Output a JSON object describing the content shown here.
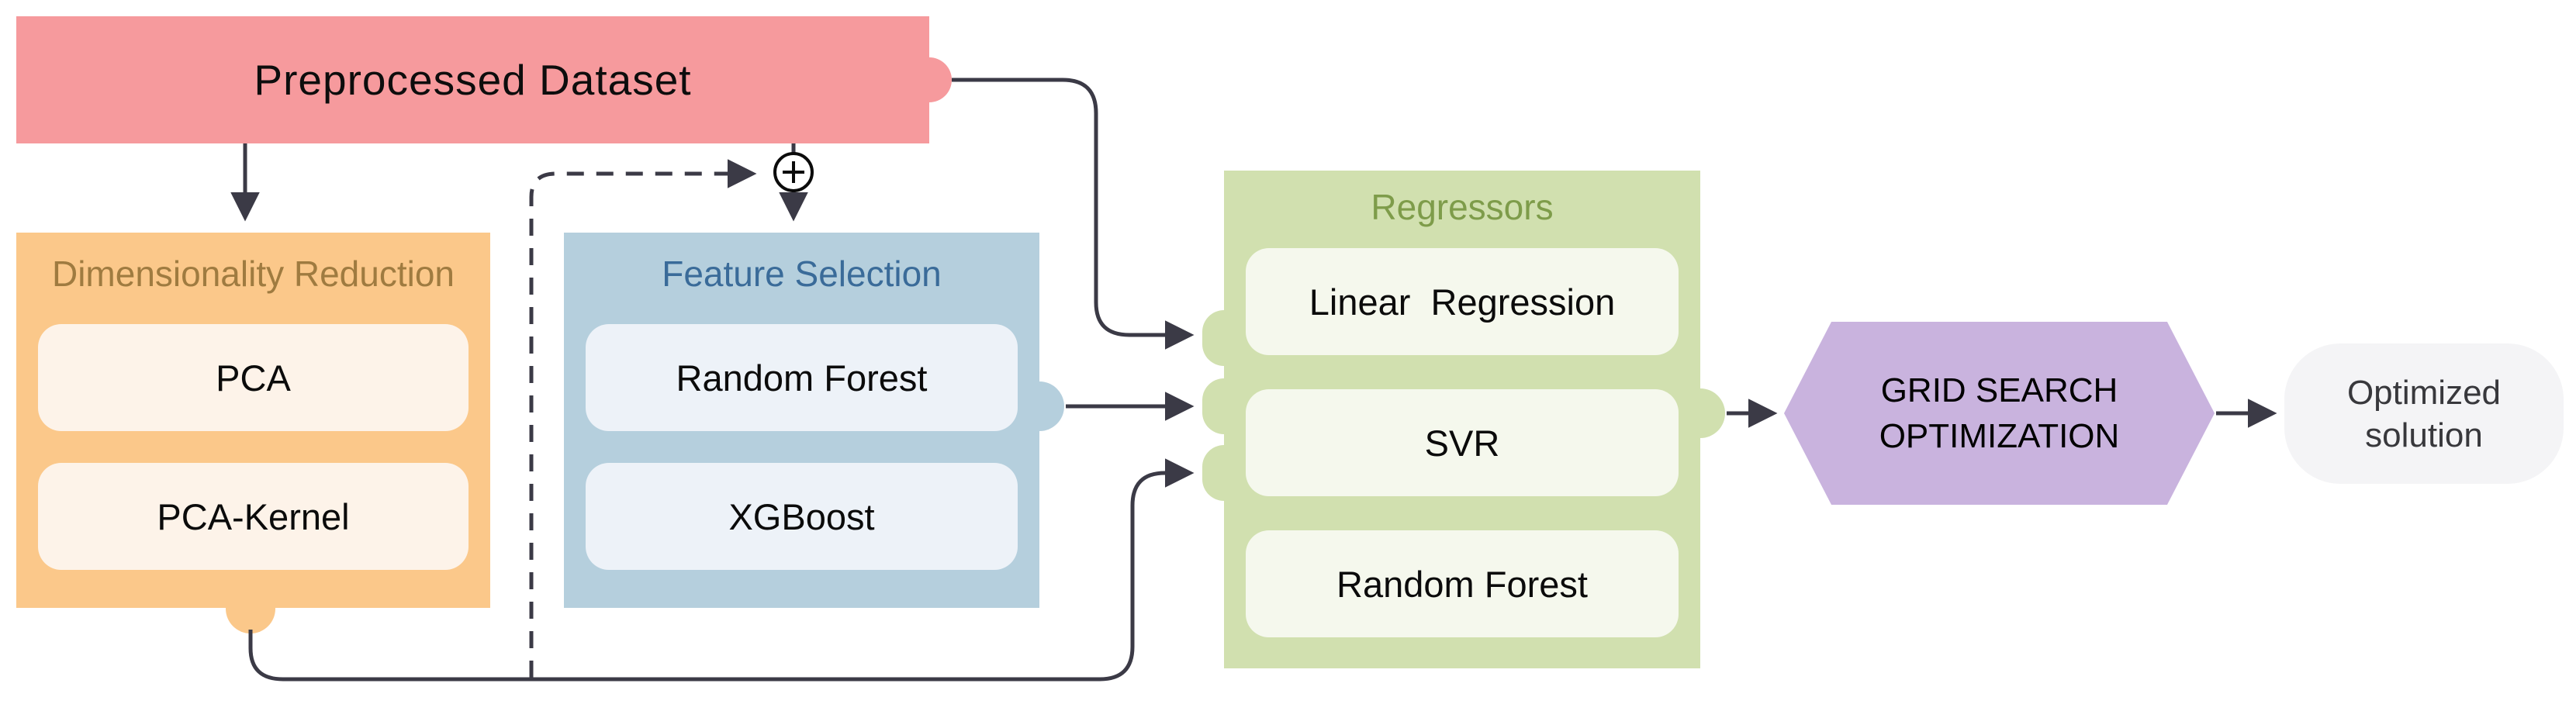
{
  "colors": {
    "pink": "#f69a9d",
    "orange": "#fbc88a",
    "orange_title": "#9f7b40",
    "orange_item_bg": "#fdf3e9",
    "blue": "#b5cfdd",
    "blue_title": "#3a6b99",
    "blue_item_bg": "#edf2f8",
    "green": "#d1e0af",
    "green_title": "#7e9c4a",
    "green_item_bg": "#f5f8ed",
    "purple": "#c9b3de",
    "gray": "#f4f4f6",
    "gray_text": "#38383c",
    "line": "#3b3a46",
    "text_dark": "#0d0d0d"
  },
  "icons": {
    "combiner": "circled-plus"
  },
  "nodes": {
    "preprocessed_dataset": {
      "label": "Preprocessed Dataset"
    },
    "dimensionality_reduction": {
      "title": "Dimensionality Reduction",
      "items": [
        "PCA",
        "PCA-Kernel"
      ]
    },
    "feature_selection": {
      "title": "Feature Selection",
      "items": [
        "Random Forest",
        "XGBoost"
      ]
    },
    "regressors": {
      "title": "Regressors",
      "items": [
        "Linear  Regression",
        "SVR",
        "Random Forest"
      ]
    },
    "grid_search": {
      "label": "GRID SEARCH\nOPTIMIZATION"
    },
    "optimized_solution": {
      "label": "Optimized\nsolution"
    }
  }
}
